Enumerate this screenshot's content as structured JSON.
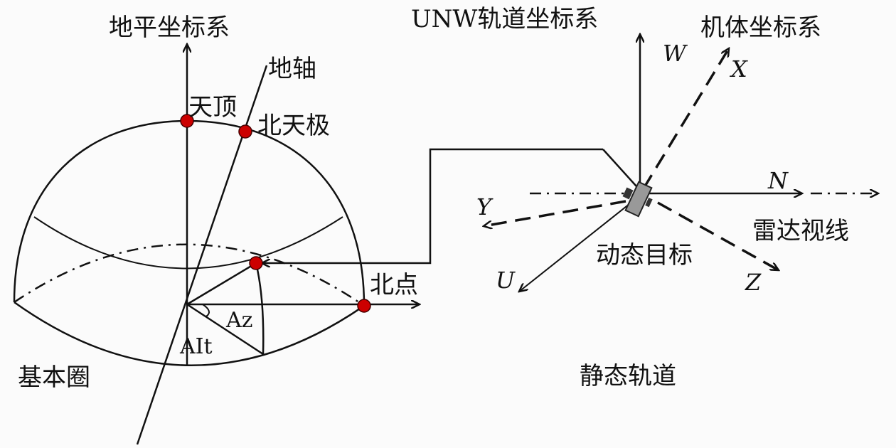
{
  "left": {
    "title": "地平坐标系",
    "earth_axis": "地轴",
    "zenith": "天顶",
    "north_celestial_pole": "北天极",
    "north_point": "北点",
    "azimuth": "Az",
    "altitude": "AIt",
    "fundamental_circle": "基本圈"
  },
  "right": {
    "unw_title": "UNW轨道坐标系",
    "body_title": "机体坐标系",
    "axis_w": "W",
    "axis_x": "X",
    "axis_n": "N",
    "axis_y": "Y",
    "axis_u": "U",
    "axis_z": "Z",
    "radar_los": "雷达视线",
    "dynamic_target": "动态目标",
    "static_orbit": "静态轨道"
  },
  "colors": {
    "marker": "#cc0000",
    "satellite": "#999999"
  }
}
